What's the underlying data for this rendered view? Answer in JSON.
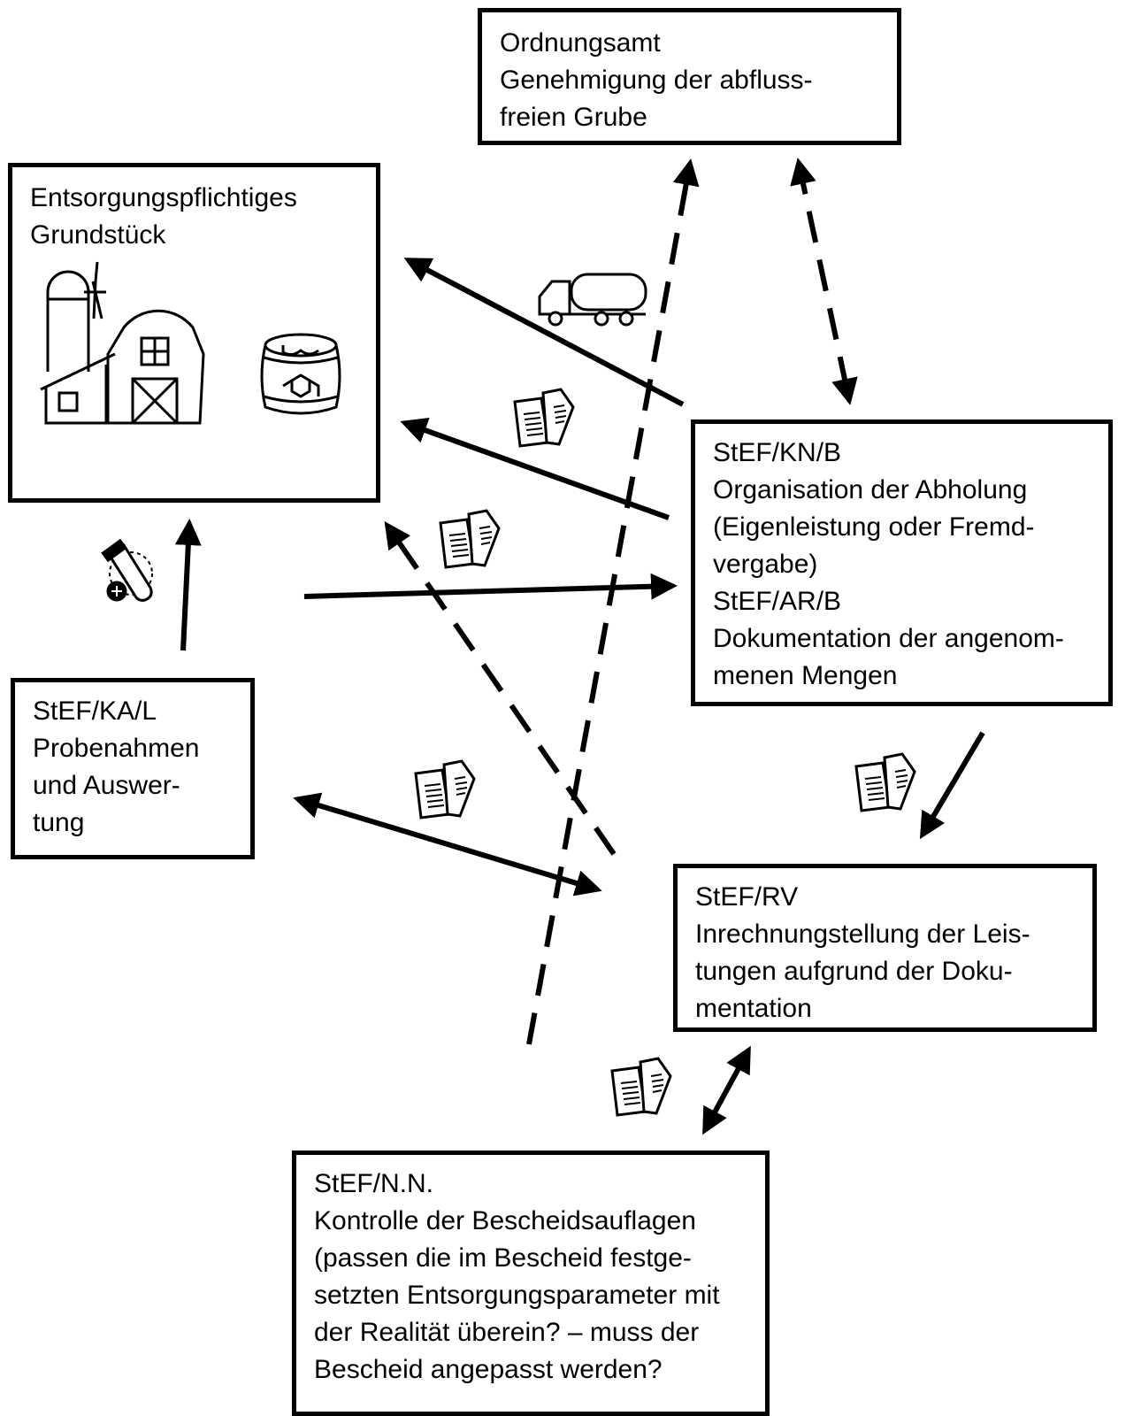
{
  "boxes": {
    "ordnungsamt": [
      "Ordnungsamt",
      "Genehmigung der abfluss-",
      "freien Grube"
    ],
    "grundstueck": [
      "Entsorgungspflichtiges",
      "Grundstück"
    ],
    "kn_ar": [
      "StEF/KN/B",
      "Organisation der Abholung",
      "(Eigenleistung oder Fremd-",
      "vergabe)",
      "StEF/AR/B",
      "Dokumentation der angenom-",
      "menen Mengen"
    ],
    "ka_l": [
      "StEF/KA/L",
      "Probenahmen",
      "und Auswer-",
      "tung"
    ],
    "rv": [
      "StEF/RV",
      "Inrechnungstellung der Leis-",
      "tungen aufgrund der Doku-",
      "mentation"
    ],
    "nn": [
      "StEF/N.N.",
      "Kontrolle der Bescheidsauflagen",
      "(passen die im Bescheid festge-",
      "setzten Entsorgungsparameter mit",
      "der Realität überein? – muss der",
      "Bescheid angepasst werden?"
    ]
  },
  "icons": [
    "farm-icon",
    "barrel-icon",
    "tanker-truck-icon",
    "document-icon",
    "sample-tube-icon"
  ]
}
